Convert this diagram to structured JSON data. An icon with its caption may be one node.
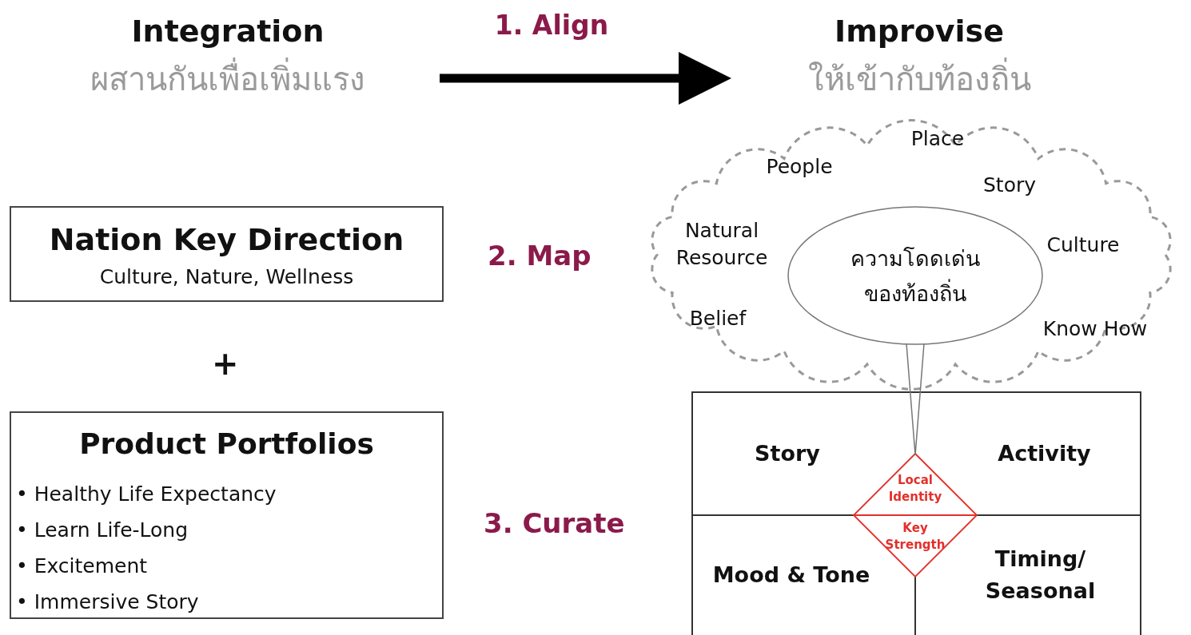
{
  "diagram": {
    "nodes": [
      {
        "text": [
          "Integration",
          "ผสานกันเพื่อเพิ่มแรง"
        ]
      },
      {
        "text": [
          "Improvise",
          "ให้เข้ากับท้องถิ่น"
        ]
      },
      {
        "text": [
          "Nation Key Direction",
          "Culture, Nature, Wellness"
        ]
      },
      {
        "text": [
          "Product Portfolios",
          "• Healthy Life Expectancy",
          "• Learn Life-Long",
          "• Excitement",
          "• Immersive Story"
        ]
      },
      {
        "text": [
          "Place",
          "People",
          "Story",
          "Natural Resource",
          "Culture",
          "Belief",
          "Know How"
        ]
      },
      {
        "text": [
          "ความโดดเด่น ของท้องถิ่น"
        ],
        "in": 4
      },
      {
        "text": [],
        "shape": "box"
      },
      {
        "text": [
          "Story"
        ],
        "in": 6
      },
      {
        "text": [
          "Activity"
        ],
        "in": 6
      },
      {
        "text": [
          "Mood & Tone"
        ],
        "in": 6
      },
      {
        "text": [
          "Timing/ Seasonal"
        ],
        "in": 6
      },
      {
        "text": [
          "Local Identity",
          "Key Strength"
        ],
        "in": 6
      }
    ],
    "edges": [
      {
        "from": 0,
        "to": 1,
        "arrow": "to",
        "label": "1. Align",
        "style": "thick"
      },
      {
        "from": 5,
        "to": 11,
        "arrow": "none",
        "color": "#777777"
      }
    ],
    "labels": [
      "2. Map",
      "+",
      "3. Curate"
    ]
  }
}
